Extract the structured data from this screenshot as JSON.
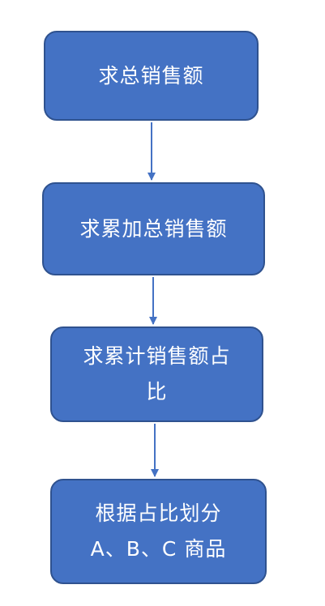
{
  "flowchart": {
    "nodes": [
      {
        "lines": [
          "求总销售额"
        ]
      },
      {
        "lines": [
          "求累加总销售额"
        ]
      },
      {
        "lines": [
          "求累计销售额占",
          "比"
        ]
      },
      {
        "lines": [
          "根据占比划分",
          "A、B、C 商品"
        ]
      }
    ],
    "colors": {
      "node_fill": "#4472c4",
      "node_border": "#2f528f",
      "node_text": "#ffffff",
      "arrow": "#4472c4"
    }
  }
}
